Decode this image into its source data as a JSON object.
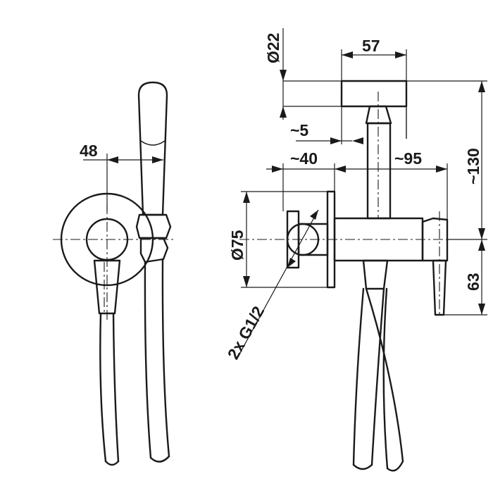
{
  "dimensions": {
    "d22": "Ø22",
    "d57": "57",
    "d5": "~5",
    "d40": "~40",
    "d95": "~95",
    "d130": "~130",
    "d75": "Ø75",
    "d63": "63",
    "d48": "48",
    "thread": "2x G1/2"
  }
}
